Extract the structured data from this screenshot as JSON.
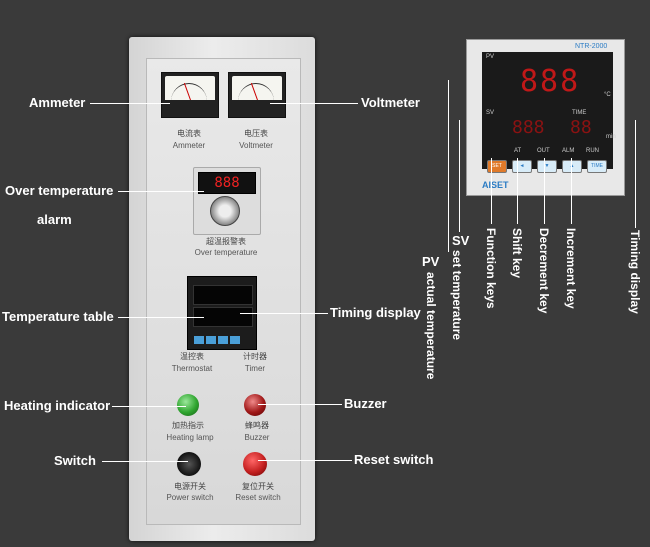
{
  "left_panel": {
    "ammeter": {
      "cn": "电流表",
      "en": "Ammeter"
    },
    "voltmeter": {
      "cn": "电压表",
      "en": "Voltmeter"
    },
    "over_temperature": {
      "cn": "超温报警表",
      "en": "Over temperature",
      "display": "888"
    },
    "thermostat": {
      "cn": "温控表",
      "en": "Thermostat"
    },
    "timer": {
      "cn": "计时器",
      "en": "Timer"
    },
    "heating_lamp": {
      "cn": "加热指示",
      "en": "Heating lamp"
    },
    "buzzer": {
      "cn": "蜂鸣器",
      "en": "Buzzer"
    },
    "power_switch": {
      "cn": "电源开关",
      "en": "Power switch"
    },
    "reset_switch": {
      "cn": "复位开关",
      "en": "Reset switch"
    }
  },
  "callouts": {
    "ammeter": "Ammeter",
    "voltmeter": "Voltmeter",
    "over_temp_line1": "Over temperature",
    "over_temp_line2": "alarm",
    "temperature_table": "Temperature table",
    "timing_display": "Timing display",
    "heating_indicator": "Heating indicator",
    "buzzer": "Buzzer",
    "switch": "Switch",
    "reset_switch": "Reset switch"
  },
  "controller": {
    "model": "NTR-2000",
    "brand": "AISET",
    "pv_label": "PV",
    "sv_label": "SV",
    "time_label": "TIME",
    "unit_c": "°C",
    "unit_min": "min",
    "pv_value": "888",
    "sv_value": "888",
    "time_value": "88",
    "indicators": [
      "AT",
      "OUT",
      "ALM",
      "RUN"
    ],
    "keys": [
      "SET",
      "◄",
      "▼",
      "▲",
      "TIME"
    ]
  },
  "controller_callouts": {
    "pv": "PV",
    "sv": "SV",
    "set_temperature": "set temperature",
    "actual_temperature": "actual temperature",
    "function_keys": "Function keys",
    "shift_key": "Shift key",
    "decrement_key": "Decrement key",
    "increment_key": "Increment key",
    "timing_display": "Timing display"
  },
  "colors": {
    "background": "#3a3a3a",
    "led_red": "#c01818",
    "lamp_green": "#2fa52f",
    "lamp_red": "#c42020",
    "key_blue": "#4a9fd8",
    "set_key_orange": "#e07a2a"
  }
}
